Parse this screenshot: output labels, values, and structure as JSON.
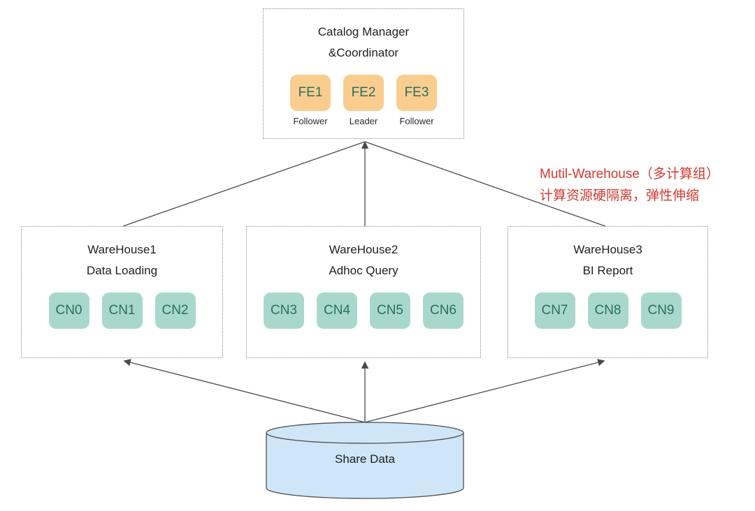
{
  "colors": {
    "fe_fill": "#f9cd8e",
    "cn_fill": "#a8d8cc",
    "node_text": "#2a6f61",
    "cylinder_fill": "#cfe5f8",
    "line": "#4a4a4a",
    "annotation": "#d13a30",
    "box_border": "#8a8a8a",
    "text": "#1f1f1f"
  },
  "catalog": {
    "title_line1": "Catalog Manager",
    "title_line2": "&Coordinator",
    "fe_nodes": [
      {
        "label": "FE1",
        "role": "Follower"
      },
      {
        "label": "FE2",
        "role": "Leader"
      },
      {
        "label": "FE3",
        "role": "Follower"
      }
    ]
  },
  "warehouses": [
    {
      "name": "WareHouse1",
      "workload": "Data Loading",
      "nodes": [
        "CN0",
        "CN1",
        "CN2"
      ]
    },
    {
      "name": "WareHouse2",
      "workload": "Adhoc Query",
      "nodes": [
        "CN3",
        "CN4",
        "CN5",
        "CN6"
      ]
    },
    {
      "name": "WareHouse3",
      "workload": "BI Report",
      "nodes": [
        "CN7",
        "CN8",
        "CN9"
      ]
    }
  ],
  "annotation": {
    "line1": "Mutil-Warehouse（多计算组）",
    "line2": "计算资源硬隔离，弹性伸缩"
  },
  "storage": {
    "label": "Share Data"
  }
}
